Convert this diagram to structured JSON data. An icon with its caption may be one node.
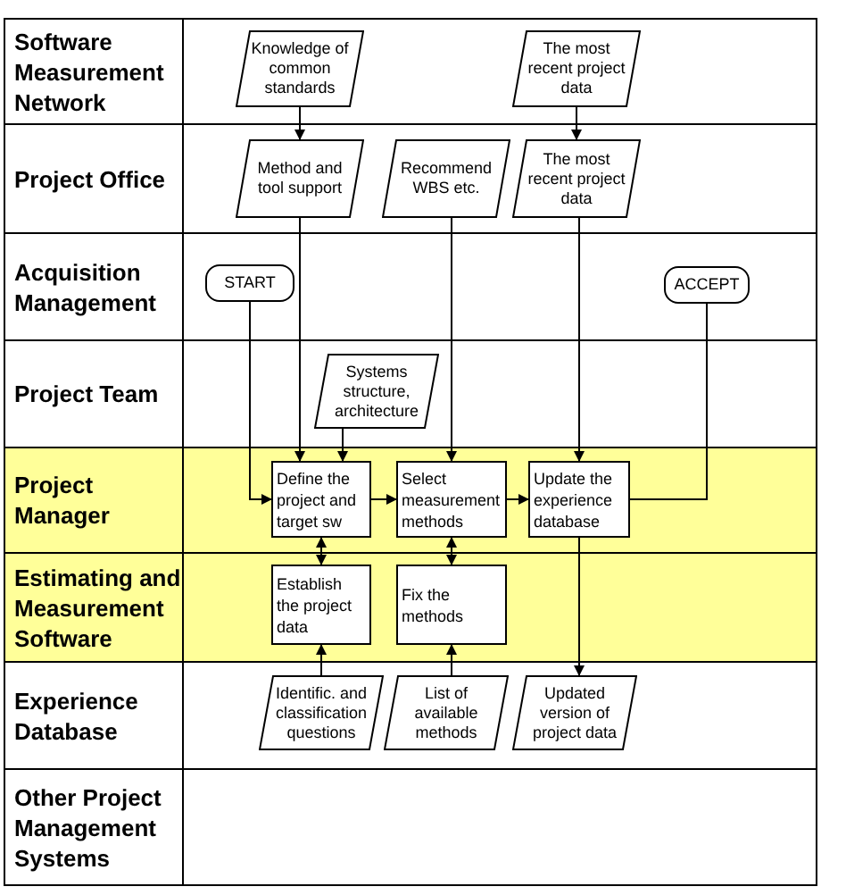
{
  "diagram": {
    "nodes": [
      {
        "text": [
          "Software Measurement Network"
        ]
      },
      {
        "text": [
          "Project Office"
        ]
      },
      {
        "text": [
          "Acquisition Management"
        ]
      },
      {
        "text": [
          "Project Team"
        ]
      },
      {
        "text": [
          "Project Manager"
        ]
      },
      {
        "text": [
          "Estimating and Measurement Software"
        ]
      },
      {
        "text": [
          "Experience Database"
        ]
      },
      {
        "text": [
          "Other Project Management Systems"
        ]
      },
      {
        "text": [
          "Knowledge of common standards"
        ],
        "in": 0
      },
      {
        "text": [
          "The most recent project data"
        ],
        "in": 0
      },
      {
        "text": [
          "Method and tool support"
        ],
        "in": 1
      },
      {
        "text": [
          "Recommend WBS etc."
        ],
        "in": 1
      },
      {
        "text": [
          "The most recent project data"
        ],
        "in": 1
      },
      {
        "text": [
          "START"
        ],
        "in": 2
      },
      {
        "text": [
          "ACCEPT"
        ],
        "in": 2
      },
      {
        "text": [
          "Systems structure, architecture"
        ],
        "in": 3
      },
      {
        "text": [
          "Define the project and target sw"
        ],
        "in": 4
      },
      {
        "text": [
          "Select measurement methods"
        ],
        "in": 4
      },
      {
        "text": [
          "Update the experience database"
        ],
        "in": 4
      },
      {
        "text": [
          "Establish the project data"
        ],
        "in": 5
      },
      {
        "text": [
          "Fix the methods"
        ],
        "in": 5
      },
      {
        "text": [
          "Identific. and classification questions"
        ],
        "in": 6
      },
      {
        "text": [
          "List of available methods"
        ],
        "in": 6
      },
      {
        "text": [
          "Updated version of project data"
        ],
        "in": 6
      }
    ],
    "edges": [
      {
        "from": 8,
        "to": 10,
        "arrow": "to"
      },
      {
        "from": 9,
        "to": 12,
        "arrow": "to"
      },
      {
        "from": 10,
        "to": 16,
        "arrow": "to"
      },
      {
        "from": 15,
        "to": 16,
        "arrow": "to"
      },
      {
        "from": 13,
        "to": 16,
        "arrow": "to"
      },
      {
        "from": 11,
        "to": 17,
        "arrow": "to"
      },
      {
        "from": 16,
        "to": 17,
        "arrow": "to"
      },
      {
        "from": 17,
        "to": 18,
        "arrow": "to"
      },
      {
        "from": 12,
        "to": 18,
        "arrow": "to"
      },
      {
        "from": 18,
        "to": 14,
        "arrow": "none"
      },
      {
        "from": 16,
        "to": 19,
        "arrow": "both"
      },
      {
        "from": 17,
        "to": 20,
        "arrow": "both"
      },
      {
        "from": 21,
        "to": 19,
        "arrow": "to"
      },
      {
        "from": 22,
        "to": 20,
        "arrow": "to"
      },
      {
        "from": 18,
        "to": 23,
        "arrow": "to"
      }
    ]
  }
}
